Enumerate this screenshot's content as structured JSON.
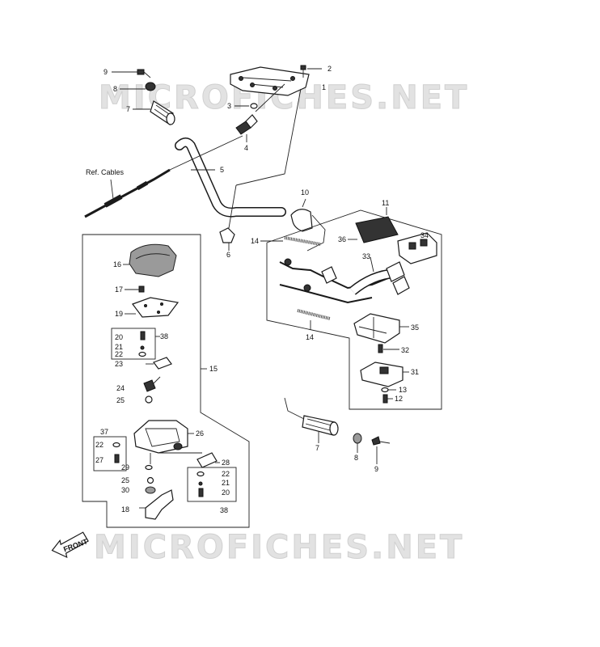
{
  "watermark": {
    "top": "MICROFICHES.NET",
    "bottom": "MICROFICHES.NET"
  },
  "front_marker": "FRONT",
  "ref_cables": "Ref. Cables",
  "labels": {
    "l1": "1",
    "l2": "2",
    "l3": "3",
    "l4": "4",
    "l5": "5",
    "l6": "6",
    "l7a": "7",
    "l7b": "7",
    "l8a": "8",
    "l8b": "8",
    "l9a": "9",
    "l9b": "9",
    "l10": "10",
    "l11": "11",
    "l12": "12",
    "l13": "13",
    "l14a": "14",
    "l14b": "14",
    "l15": "15",
    "l16": "16",
    "l17": "17",
    "l18": "18",
    "l19": "19",
    "l20a": "20",
    "l20b": "20",
    "l21a": "21",
    "l21b": "21",
    "l22a": "22",
    "l22b": "22",
    "l22c": "22",
    "l23": "23",
    "l24": "24",
    "l25a": "25",
    "l25b": "25",
    "l26": "26",
    "l27": "27",
    "l28": "28",
    "l29": "29",
    "l30": "30",
    "l31": "31",
    "l32": "32",
    "l33": "33",
    "l34": "34",
    "l35": "35",
    "l36": "36",
    "l37": "37",
    "l38a": "38",
    "l38b": "38"
  }
}
